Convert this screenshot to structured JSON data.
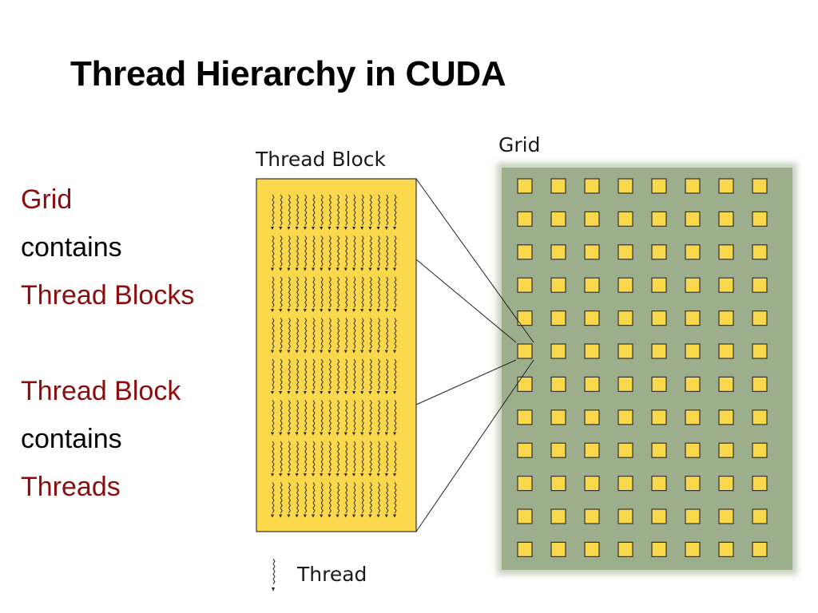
{
  "slide": {
    "title": "Thread Hierarchy in CUDA"
  },
  "side_text": {
    "line1": "Grid",
    "line2": "contains",
    "line3": "Thread Blocks",
    "line4": "Thread Block",
    "line5": "contains",
    "line6": "Threads"
  },
  "diagram": {
    "thread_block_label": "Thread Block",
    "grid_label": "Grid",
    "legend_thread_label": "Thread",
    "grid_columns": 8,
    "grid_rows": 12,
    "highlighted_block": {
      "row": 5,
      "col": 1
    },
    "thread_groups": 8,
    "threads_per_group_row": 16,
    "colors": {
      "title_red": "#8b0d0d",
      "block_fill": "#fbd84c",
      "block_border": "#333333",
      "grid_fill": "#9dae8d",
      "grid_cell_fill": "#fad84c"
    }
  }
}
